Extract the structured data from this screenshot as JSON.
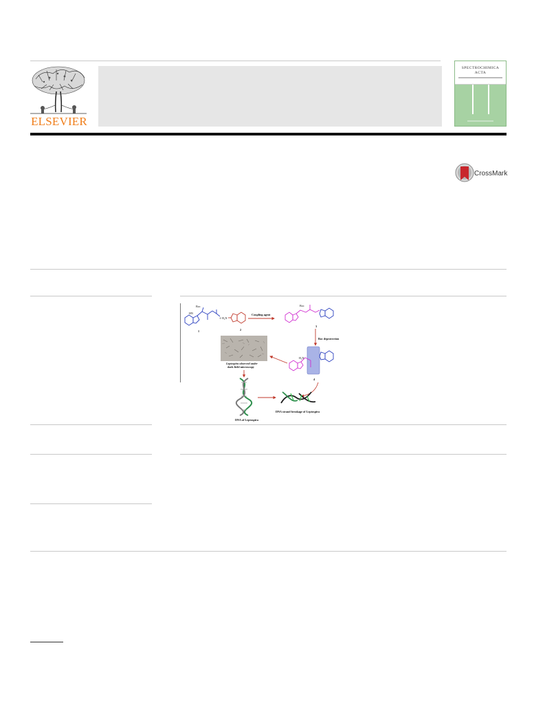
{
  "publisher": {
    "name": "ELSEVIER",
    "accent": "#f07e1a"
  },
  "journal_cover": {
    "title_line1": "SPECTROCHIMICA",
    "title_line2": "ACTA"
  },
  "crossmark": {
    "label": "CrossMark",
    "icon": "crossmark-icon"
  },
  "graphical_abstract": {
    "compound_1_label": "1",
    "compound_2_label": "2",
    "compound_3_label": "3",
    "compound_4_label": "4",
    "boc_label": "Boc",
    "amine_label": "H₂N",
    "arrow_coupling": "Coupling agent",
    "arrow_deprotection": "Boc deprotection",
    "micrograph_caption_line1": "Leptospira observed under",
    "micrograph_caption_line2": "dark field microscopy",
    "dna_label": "DNA of Leptospira",
    "dna_break_label": "DNA strand breakage of Leptospira"
  }
}
